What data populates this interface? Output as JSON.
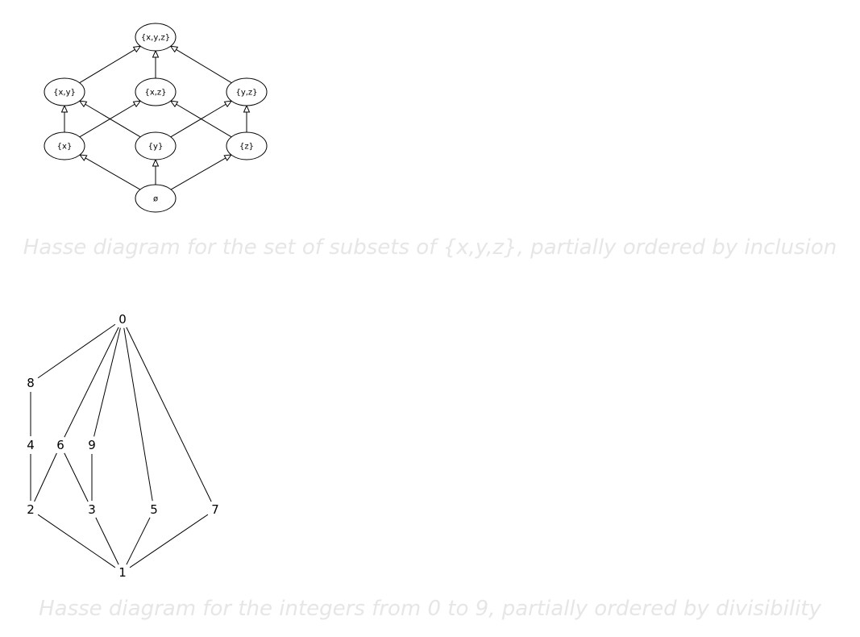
{
  "diagram_1": {
    "nodes": [
      {
        "id": "xyz",
        "label": "{x,y,z}"
      },
      {
        "id": "xy",
        "label": "{x,y}"
      },
      {
        "id": "xz",
        "label": "{x,z}"
      },
      {
        "id": "yz",
        "label": "{y,z}"
      },
      {
        "id": "x",
        "label": "{x}"
      },
      {
        "id": "y",
        "label": "{y}"
      },
      {
        "id": "z",
        "label": "{z}"
      },
      {
        "id": "empty",
        "label": "ø"
      }
    ],
    "edges": [
      {
        "from": "xy",
        "to": "xyz"
      },
      {
        "from": "xz",
        "to": "xyz"
      },
      {
        "from": "yz",
        "to": "xyz"
      },
      {
        "from": "x",
        "to": "xy"
      },
      {
        "from": "x",
        "to": "xz"
      },
      {
        "from": "y",
        "to": "xy"
      },
      {
        "from": "y",
        "to": "yz"
      },
      {
        "from": "z",
        "to": "xz"
      },
      {
        "from": "z",
        "to": "yz"
      },
      {
        "from": "empty",
        "to": "x"
      },
      {
        "from": "empty",
        "to": "y"
      },
      {
        "from": "empty",
        "to": "z"
      }
    ],
    "caption": "Hasse diagram for the set of subsets of {x,y,z}, partially ordered by inclusion"
  },
  "diagram_2": {
    "nodes": [
      {
        "id": "n0",
        "label": "0"
      },
      {
        "id": "n8",
        "label": "8"
      },
      {
        "id": "n4",
        "label": "4"
      },
      {
        "id": "n6",
        "label": "6"
      },
      {
        "id": "n9",
        "label": "9"
      },
      {
        "id": "n2",
        "label": "2"
      },
      {
        "id": "n3",
        "label": "3"
      },
      {
        "id": "n5",
        "label": "5"
      },
      {
        "id": "n7",
        "label": "7"
      },
      {
        "id": "n1",
        "label": "1"
      }
    ],
    "edges": [
      {
        "from": "n0",
        "to": "n8"
      },
      {
        "from": "n0",
        "to": "n6"
      },
      {
        "from": "n0",
        "to": "n9"
      },
      {
        "from": "n0",
        "to": "n5"
      },
      {
        "from": "n0",
        "to": "n7"
      },
      {
        "from": "n8",
        "to": "n4"
      },
      {
        "from": "n4",
        "to": "n2"
      },
      {
        "from": "n6",
        "to": "n2"
      },
      {
        "from": "n6",
        "to": "n3"
      },
      {
        "from": "n9",
        "to": "n3"
      },
      {
        "from": "n2",
        "to": "n1"
      },
      {
        "from": "n3",
        "to": "n1"
      },
      {
        "from": "n5",
        "to": "n1"
      },
      {
        "from": "n7",
        "to": "n1"
      }
    ],
    "caption": "Hasse diagram for the integers from 0 to 9, partially ordered by divisibility"
  }
}
